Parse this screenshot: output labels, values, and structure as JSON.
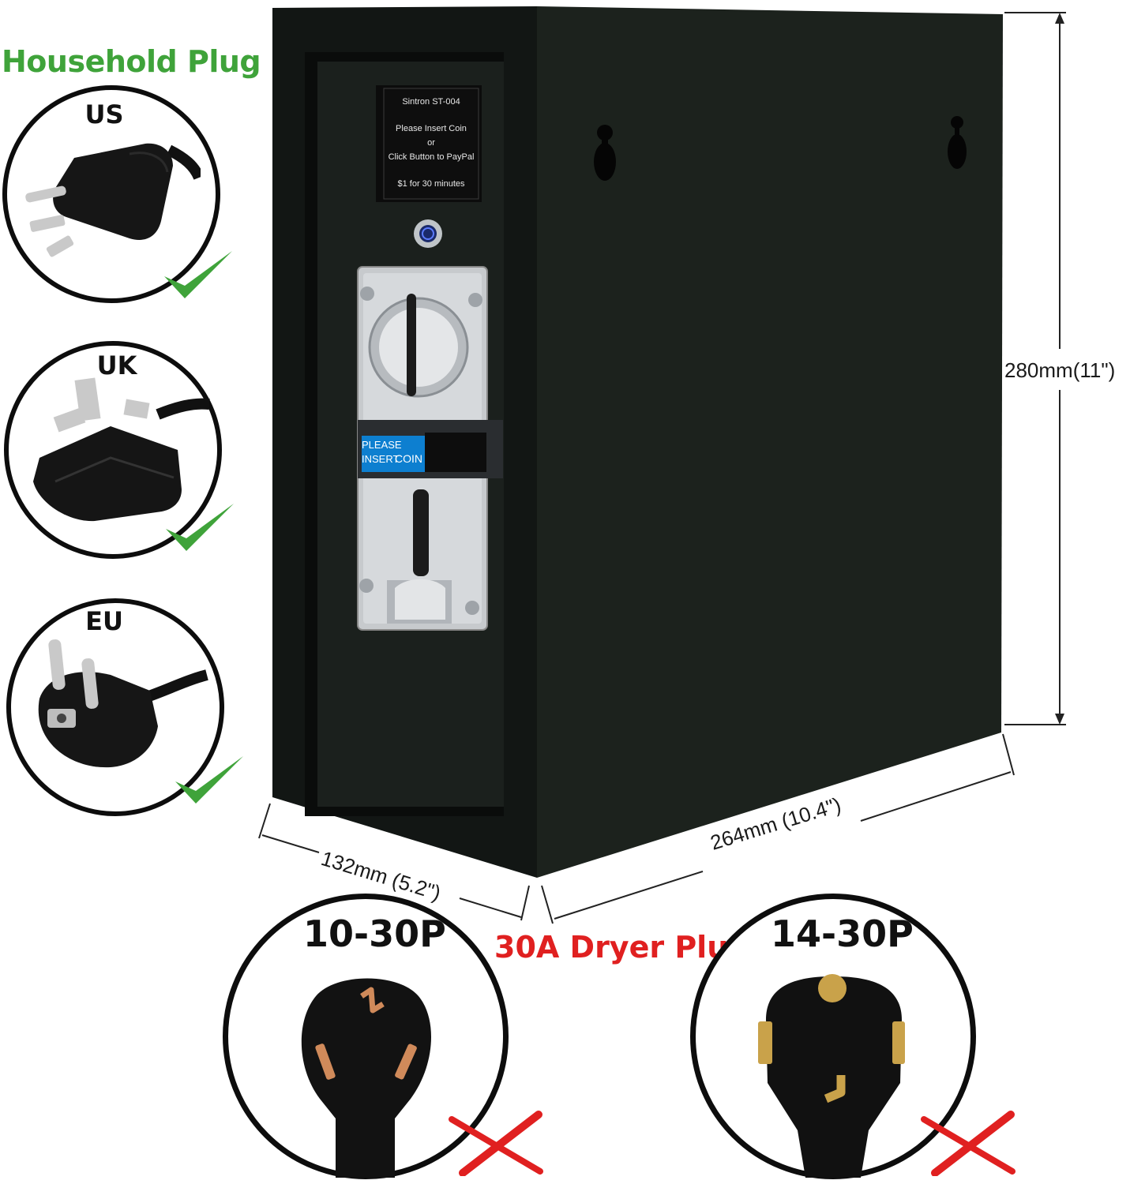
{
  "household": {
    "title": "Household Plug",
    "plugs": [
      {
        "name": "US",
        "supported": true
      },
      {
        "name": "UK",
        "supported": true
      },
      {
        "name": "EU",
        "supported": true
      }
    ]
  },
  "device": {
    "lcd_lines": [
      "Sintron ST-004",
      "Please Insert Coin",
      "or",
      "Click Button to PayPal",
      "$1 for 30 minutes"
    ],
    "coin_label_line1": "PLEASE",
    "coin_label_line2": "INSERT",
    "coin_label_word": "COIN",
    "dim_height": "280mm(11\")",
    "dim_depth": "264mm (10.4\")",
    "dim_width": "132mm (5.2\")"
  },
  "dryer": {
    "title": "30A Dryer Plug",
    "plugs": [
      {
        "name": "10-30P",
        "supported": false
      },
      {
        "name": "14-30P",
        "supported": false
      }
    ]
  },
  "colors": {
    "supported_check": "#3fa33a",
    "unsupported_cross": "#e02020",
    "box": "#1c221d"
  }
}
